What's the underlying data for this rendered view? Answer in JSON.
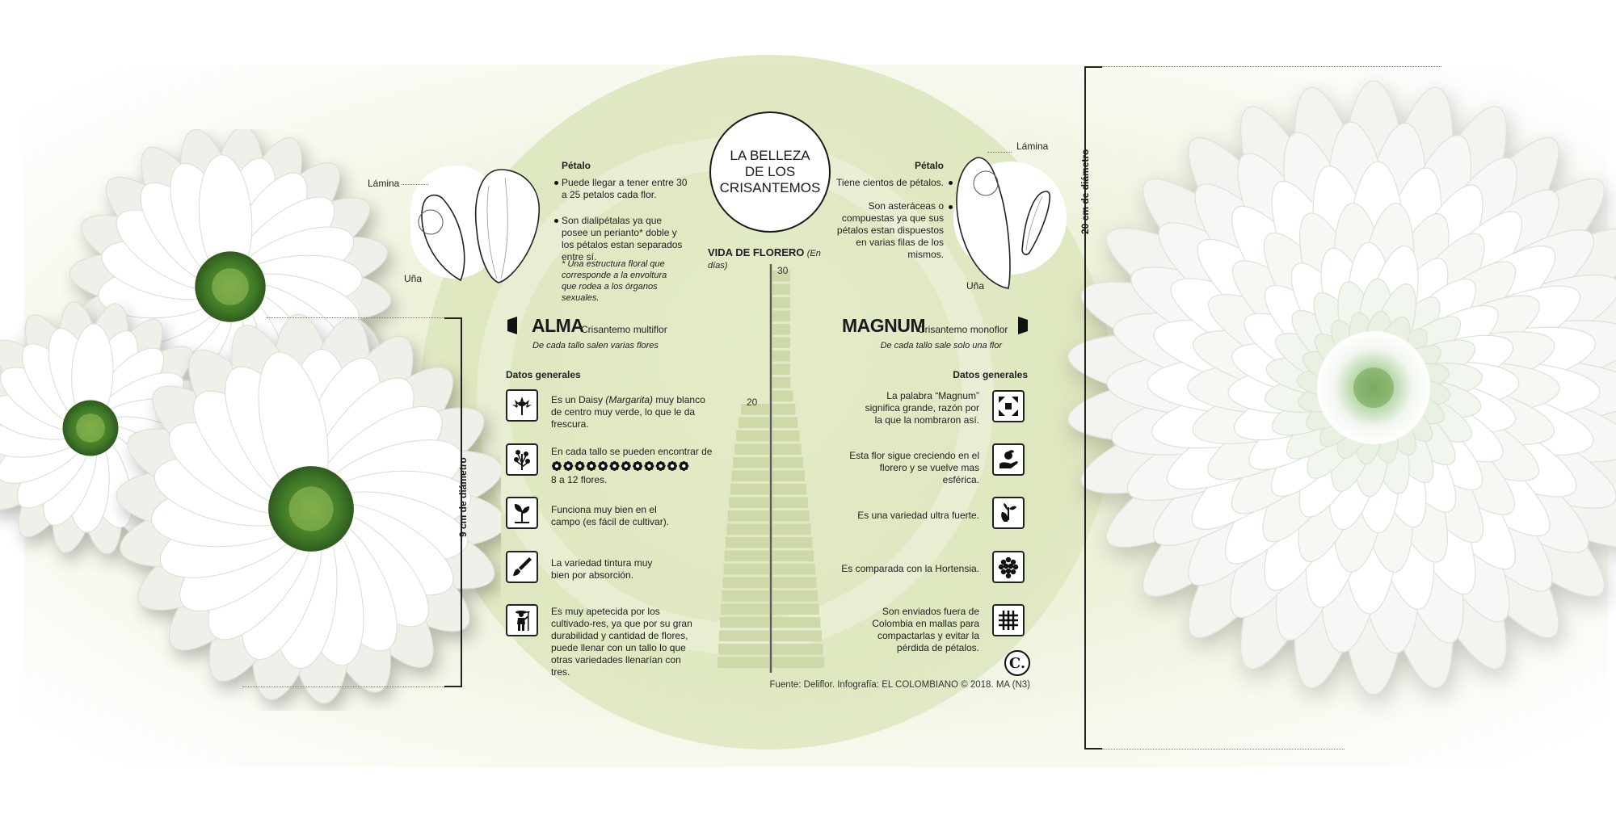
{
  "title": "LA BELLEZA DE LOS CRISANTEMOS",
  "title_lines": [
    "LA BELLEZA",
    "DE LOS",
    "CRISANTEMOS"
  ],
  "vase_life": {
    "label": "VIDA DE FLORERO",
    "unit": "(En días)",
    "tick_top": "30",
    "tick_mid": "20",
    "alma_days": 20,
    "magnum_days": 30
  },
  "left_petal": {
    "heading": "Pétalo",
    "lamina": "Lámina",
    "una": "Uña",
    "bullet1": "Puede llegar a tener entre 30 a 25 petalos cada flor.",
    "bullet2": "Son dialipétalas ya que posee un perianto* doble y los pétalos estan separados entre sí.",
    "note": "* Una estructura floral que corresponde a la envoltura que rodea a los órganos sexuales."
  },
  "right_petal": {
    "heading": "Pétalo",
    "lamina": "Lámina",
    "una": "Uña",
    "bullet1": "Tiene cientos de pétalos.",
    "bullet2": "Son asteráceas o compuestas ya que sus pétalos estan dispuestos en varias filas de los mismos."
  },
  "alma": {
    "name": "ALMA",
    "type": "Crisantemo multiflor",
    "subtitle": "De cada tallo salen varias flores",
    "general": "Datos generales",
    "diameter": "9 cm de diámetro",
    "facts": [
      {
        "icon": "daisy-icon",
        "text_a": "Es un Daisy ",
        "text_italic": "(Margarita)",
        "text_b": " muy blanco de centro muy verde, lo que le da frescura."
      },
      {
        "icon": "multiflower-icon",
        "text": "En cada tallo se pueden encontrar de",
        "text2": "8 a 12 flores."
      },
      {
        "icon": "sprout-icon",
        "text": "Funciona muy bien en el campo (es fácil de cultivar)."
      },
      {
        "icon": "brush-icon",
        "text": "La variedad tintura muy bien por absorción."
      },
      {
        "icon": "farmer-icon",
        "text": "Es muy apetecida por los cultivado-res, ya que por su gran durabilidad y cantidad de flores, puede llenar con un tallo lo que otras variedades llenarían con tres."
      }
    ]
  },
  "magnum": {
    "name": "MAGNUM",
    "type": "Crisantemo monoflor",
    "subtitle": "De cada tallo sale solo una flor",
    "general": "Datos generales",
    "diameter": "20 cm de diámetro",
    "facts": [
      {
        "icon": "expand-icon",
        "text": "La palabra “Magnum” significa grande, razón por la que la nombraron así."
      },
      {
        "icon": "hand-plant-icon",
        "text": "Esta flor sigue creciendo en el florero y se vuelve mas esférica."
      },
      {
        "icon": "strong-plant-icon",
        "text": "Es una variedad ultra fuerte."
      },
      {
        "icon": "hydrangea-icon",
        "text": "Es comparada con la Hortensia."
      },
      {
        "icon": "mesh-icon",
        "text": "Son enviados fuera de Colombia en mallas para compactarlas y evitar la pérdida de pétalos."
      }
    ]
  },
  "source": "Fuente: Deliflor. Infografía: EL COLOMBIANO © 2018. MA (N3)",
  "logo": "C."
}
